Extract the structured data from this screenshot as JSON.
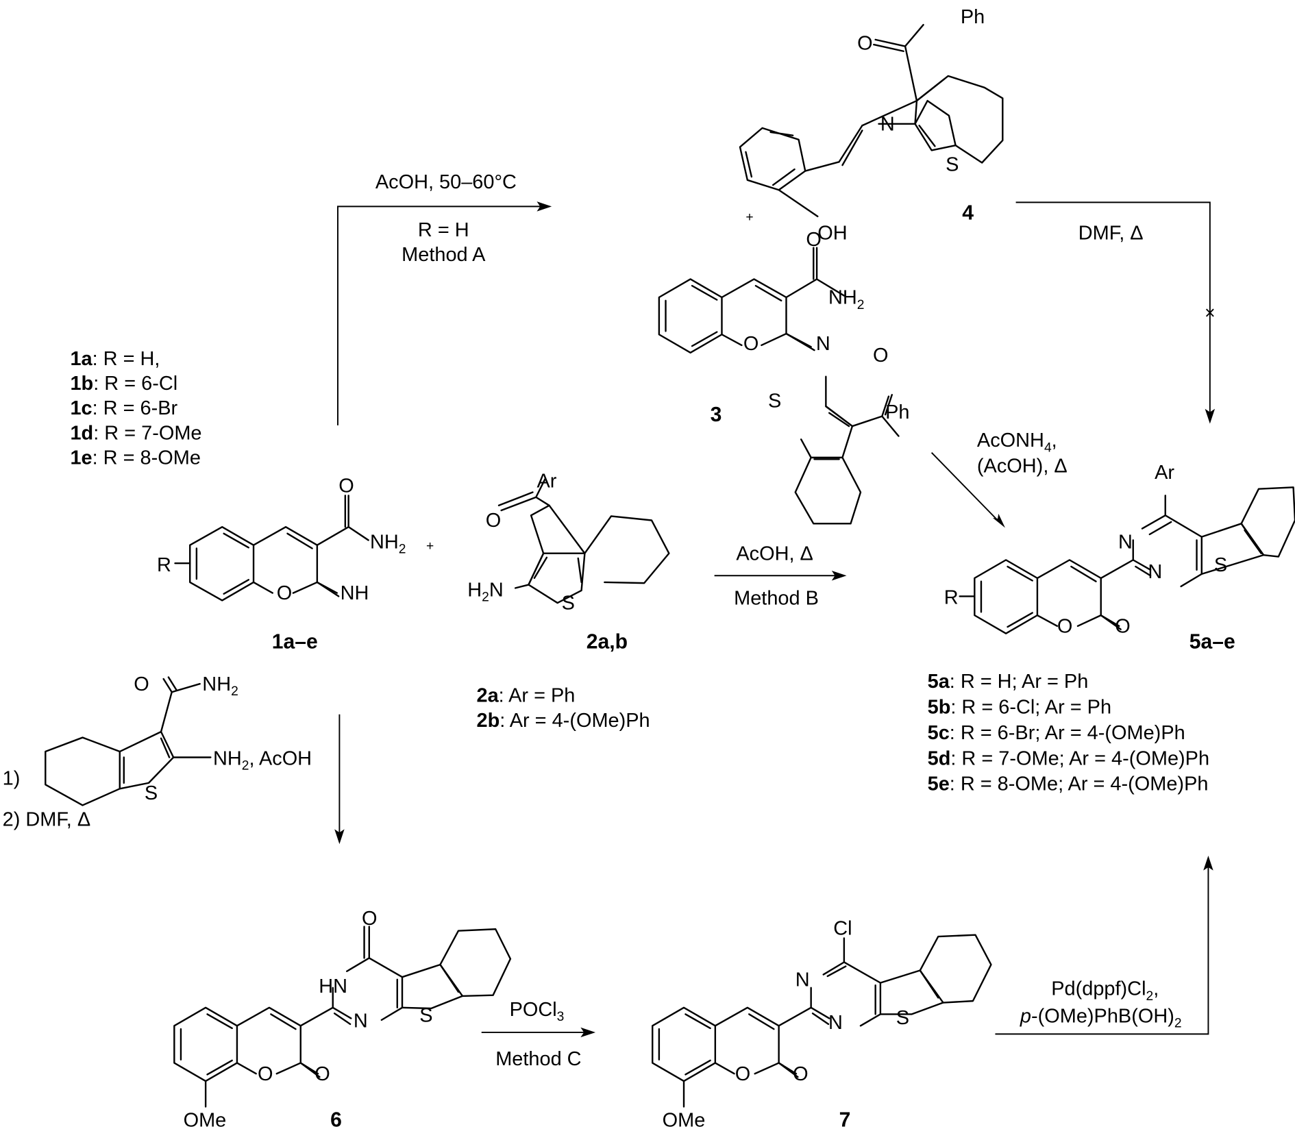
{
  "scheme": {
    "compounds": {
      "c1": {
        "label": "1a–e",
        "atoms": {
          "R": "R",
          "O_ring": "O",
          "NH": "NH",
          "O_amide": "O",
          "NH2": "NH",
          "NH2_sub": "2"
        }
      },
      "c2": {
        "label": "2a,b",
        "atoms": {
          "Ar": "Ar",
          "O": "O",
          "H2N_H": "H",
          "H2N_sub": "2",
          "H2N_N": "N",
          "S": "S"
        }
      },
      "c3": {
        "label": "3",
        "atoms": {
          "O_amide": "O",
          "NH2": "NH",
          "NH2_sub": "2",
          "O_ring": "O",
          "N": "N",
          "S": "S",
          "O_ketone": "O",
          "Ph": "Ph"
        }
      },
      "c4": {
        "label": "4",
        "atoms": {
          "Ph": "Ph",
          "O": "O",
          "N": "N",
          "S": "S",
          "OH": "OH"
        }
      },
      "c5": {
        "label": "5a–e",
        "atoms": {
          "Ar": "Ar",
          "N1": "N",
          "N2": "N",
          "S": "S",
          "R": "R",
          "O_ring": "O",
          "O_carbonyl": "O"
        }
      },
      "c6": {
        "label": "6",
        "atoms": {
          "O_top": "O",
          "HN": "HN",
          "N": "N",
          "S": "S",
          "O_ring": "O",
          "O_carbonyl": "O",
          "OMe": "OMe"
        }
      },
      "c7": {
        "label": "7",
        "atoms": {
          "Cl": "Cl",
          "N1": "N",
          "N2": "N",
          "S": "S",
          "O_ring": "O",
          "O_carbonyl": "O",
          "OMe": "OMe"
        }
      },
      "reagent_amide": {
        "step1_prefix": "1)",
        "O": "O",
        "NH2_top": "NH",
        "NH2_top_sub": "2",
        "S": "S",
        "NH2_side": "NH",
        "NH2_side_sub": "2",
        "step1_suffix": ", AcOH",
        "step2": "2) DMF, Δ"
      }
    },
    "legends": {
      "series1": [
        {
          "id": "1a",
          "text": ": R = H,"
        },
        {
          "id": "1b",
          "text": ": R = 6-Cl"
        },
        {
          "id": "1c",
          "text": ": R = 6-Br"
        },
        {
          "id": "1d",
          "text": ": R = 7-OMe"
        },
        {
          "id": "1e",
          "text": ": R = 8-OMe"
        }
      ],
      "series2": [
        {
          "id": "2a",
          "text": ": Ar = Ph"
        },
        {
          "id": "2b",
          "text": ": Ar = 4-(OMe)Ph"
        }
      ],
      "series5": [
        {
          "id": "5a",
          "text": ": R = H; Ar = Ph"
        },
        {
          "id": "5b",
          "text": ": R = 6-Cl; Ar = Ph"
        },
        {
          "id": "5c",
          "text": ": R = 6-Br; Ar = 4-(OMe)Ph"
        },
        {
          "id": "5d",
          "text": ": R = 7-OMe; Ar = 4-(OMe)Ph"
        },
        {
          "id": "5e",
          "text": ": R = 8-OMe; Ar = 4-(OMe)Ph"
        }
      ]
    },
    "conditions": {
      "method_a": {
        "above": "AcOH, 50–60°C",
        "below1": "R = H",
        "below2": "Method A"
      },
      "dmf_heat": {
        "label": "DMF, Δ",
        "blocked_mark": "×"
      },
      "acoNH4": {
        "line1_main": "AcONH",
        "line1_sub": "4",
        "line1_tail": ",",
        "line2": "(AcOH), Δ"
      },
      "method_b": {
        "above": "AcOH, Δ",
        "below": "Method B"
      },
      "method_c": {
        "above_main": "POCl",
        "above_sub": "3",
        "below": "Method C"
      },
      "suzuki": {
        "line1_main": "Pd(dppf)Cl",
        "line1_sub": "2",
        "line1_tail": ",",
        "line2_italic": "p",
        "line2_main": "-(OMe)PhB(OH)",
        "line2_sub": "2"
      }
    },
    "plus_signs": [
      "+",
      "+"
    ]
  }
}
